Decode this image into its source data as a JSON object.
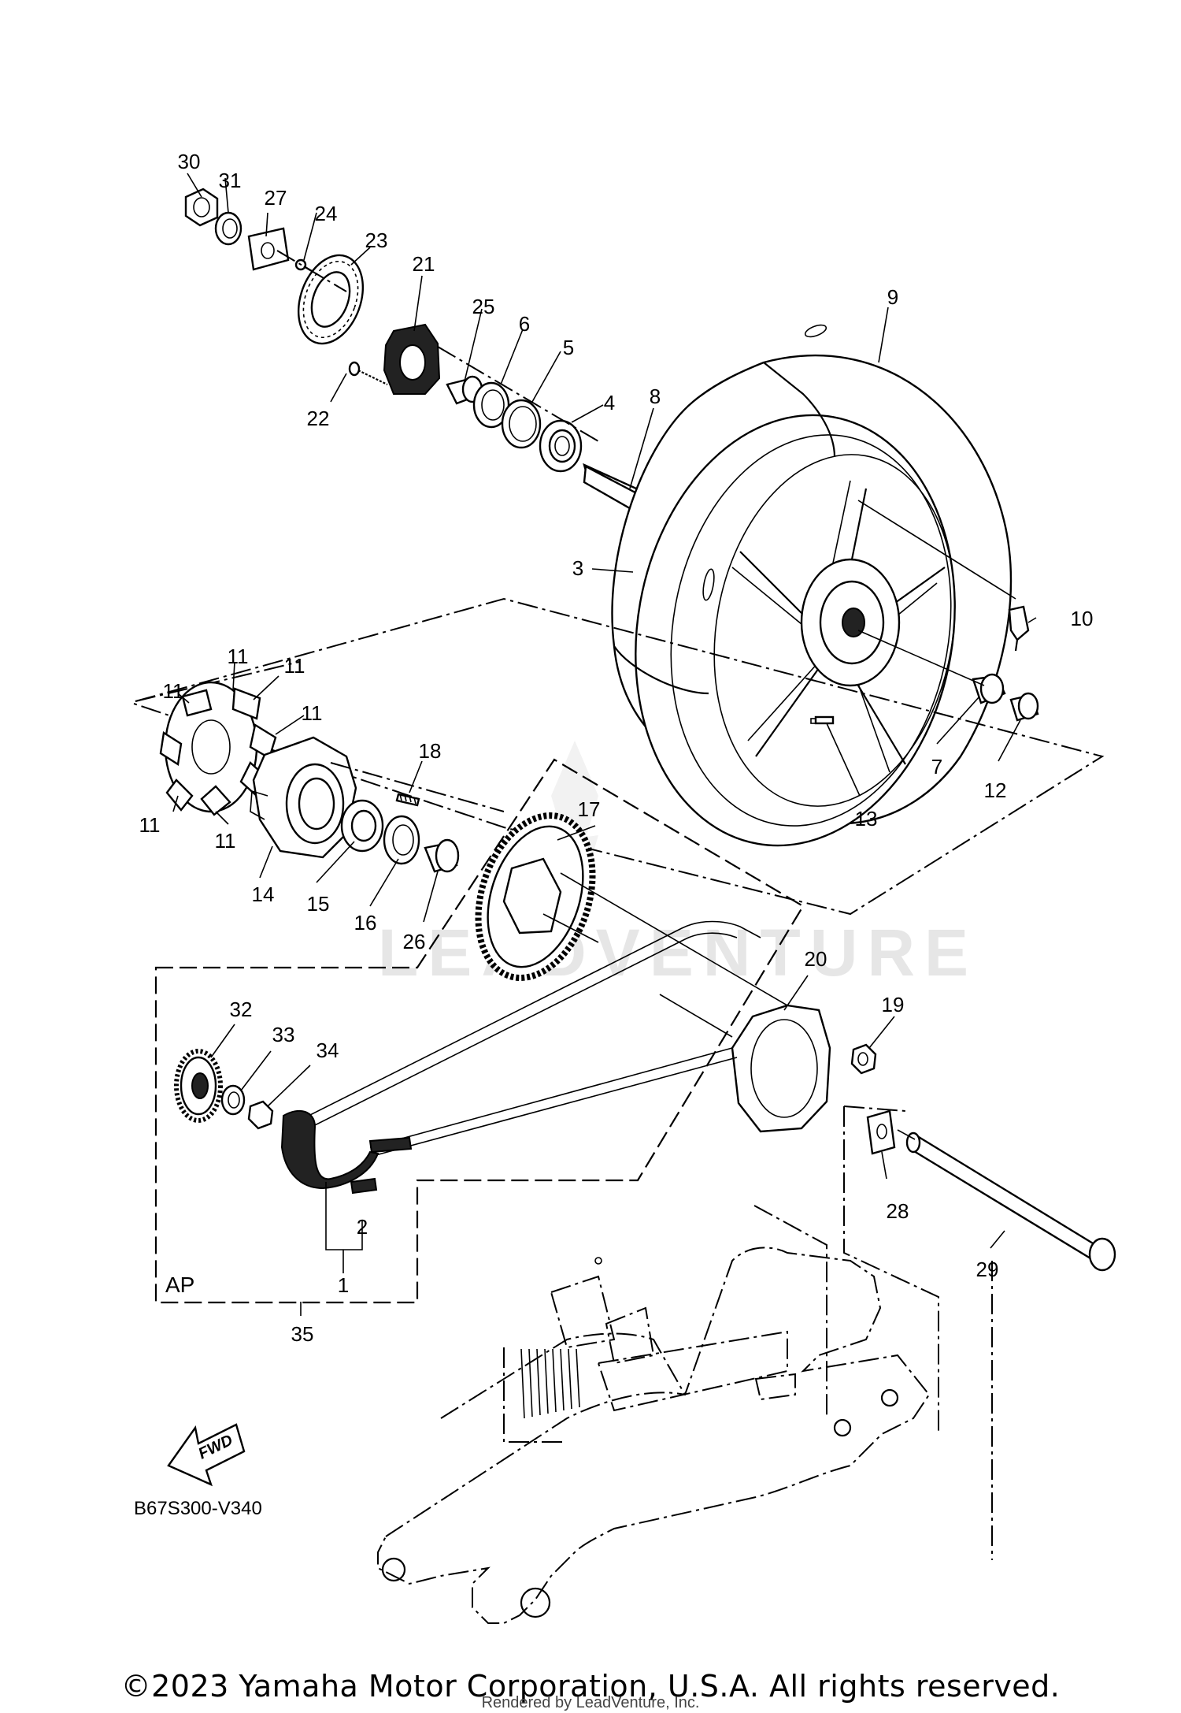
{
  "callouts": [
    {
      "id": "c30",
      "text": "30"
    },
    {
      "id": "c31",
      "text": "31"
    },
    {
      "id": "c27",
      "text": "27"
    },
    {
      "id": "c24",
      "text": "24"
    },
    {
      "id": "c23",
      "text": "23"
    },
    {
      "id": "c21",
      "text": "21"
    },
    {
      "id": "c22",
      "text": "22"
    },
    {
      "id": "c25",
      "text": "25"
    },
    {
      "id": "c6",
      "text": "6"
    },
    {
      "id": "c5",
      "text": "5"
    },
    {
      "id": "c4",
      "text": "4"
    },
    {
      "id": "c8",
      "text": "8"
    },
    {
      "id": "c9",
      "text": "9"
    },
    {
      "id": "c3",
      "text": "3"
    },
    {
      "id": "c10",
      "text": "10"
    },
    {
      "id": "c7",
      "text": "7"
    },
    {
      "id": "c12",
      "text": "12"
    },
    {
      "id": "c13",
      "text": "13"
    },
    {
      "id": "c11a",
      "text": "11"
    },
    {
      "id": "c11b",
      "text": "11"
    },
    {
      "id": "c11c",
      "text": "11"
    },
    {
      "id": "c11d",
      "text": "11"
    },
    {
      "id": "c11e",
      "text": "11"
    },
    {
      "id": "c11f",
      "text": "11"
    },
    {
      "id": "c18",
      "text": "18"
    },
    {
      "id": "c14",
      "text": "14"
    },
    {
      "id": "c15",
      "text": "15"
    },
    {
      "id": "c16",
      "text": "16"
    },
    {
      "id": "c26",
      "text": "26"
    },
    {
      "id": "c17",
      "text": "17"
    },
    {
      "id": "c20",
      "text": "20"
    },
    {
      "id": "c19",
      "text": "19"
    },
    {
      "id": "c32",
      "text": "32"
    },
    {
      "id": "c33",
      "text": "33"
    },
    {
      "id": "c34",
      "text": "34"
    },
    {
      "id": "c2",
      "text": "2"
    },
    {
      "id": "c1",
      "text": "1"
    },
    {
      "id": "c28",
      "text": "28"
    },
    {
      "id": "c29",
      "text": "29"
    },
    {
      "id": "c35",
      "text": "35"
    }
  ],
  "group_label": "AP",
  "fwd_label": "FWD",
  "diagram_code": "B67S300-V340",
  "watermark": "LEADVENTURE",
  "copyright": "©2023 Yamaha Motor Corporation, U.S.A. All rights reserved.",
  "rendered_by": "Rendered by LeadVenture, Inc."
}
